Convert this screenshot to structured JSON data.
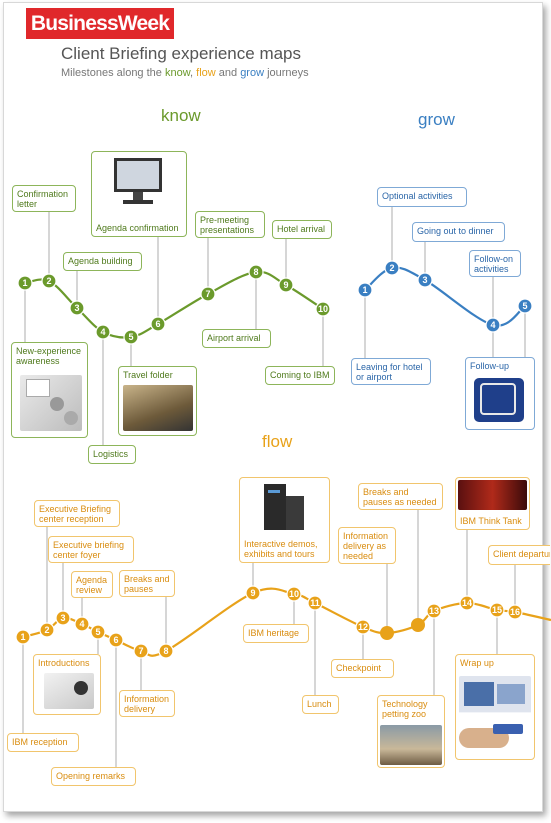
{
  "header": {
    "brand": "BusinessWeek",
    "title": "Client Briefing experience maps",
    "subtitle": {
      "prefix": "Milestones along the ",
      "know": "know",
      "sep1": ", ",
      "flow": "flow",
      "sep2": " and ",
      "grow": "grow",
      "suffix": " journeys"
    }
  },
  "colors": {
    "know": "#6b9a2c",
    "grow": "#3a7fc2",
    "flow": "#e8a21a",
    "brand": "#e0282b"
  },
  "know": {
    "title": "know",
    "nodes": [
      "1",
      "2",
      "3",
      "4",
      "5",
      "6",
      "7",
      "8",
      "9",
      "10"
    ],
    "labels": {
      "confirmation": "Confirmation letter",
      "new_experience": "New-experience awareness",
      "agenda_building": "Agenda building",
      "logistics": "Logistics",
      "agenda_confirmation": "Agenda confirmation",
      "travel_folder": "Travel folder",
      "pre_meeting": "Pre-meeting presentations",
      "airport_arrival": "Airport arrival",
      "hotel_arrival": "Hotel arrival",
      "coming_to_ibm": "Coming to IBM"
    }
  },
  "grow": {
    "title": "grow",
    "nodes": [
      "1",
      "2",
      "3",
      "4",
      "5"
    ],
    "labels": {
      "optional": "Optional activities",
      "dinner": "Going out to dinner",
      "follow_on": "Follow-on activities",
      "leaving": "Leaving for hotel or airport",
      "follow_up": "Follow-up"
    }
  },
  "flow": {
    "title": "flow",
    "nodes": [
      "1",
      "2",
      "3",
      "4",
      "5",
      "6",
      "7",
      "8",
      "9",
      "10",
      "11",
      "12",
      "13",
      "14",
      "15",
      "16"
    ],
    "labels": {
      "ebc_reception": "Executive Briefing center reception",
      "ebc_foyer": "Executive briefing center foyer",
      "agenda_review": "Agenda review",
      "breaks_pauses": "Breaks and pauses",
      "interactive_demos": "Interactive demos, exhibits and tours",
      "information_delivery_needed": "Information delivery as needed",
      "breaks_pauses_needed": "Breaks and pauses as needed",
      "think_tank": "IBM Think Tank",
      "client_departure": "Client departure",
      "introductions": "Introductions",
      "ibm_reception": "IBM reception",
      "opening_remarks": "Opening remarks",
      "information_delivery": "Information delivery",
      "ibm_heritage": "IBM heritage",
      "lunch": "Lunch",
      "checkpoint": "Checkpoint",
      "tech_zoo": "Technology petting zoo",
      "wrap_up": "Wrap up"
    }
  }
}
